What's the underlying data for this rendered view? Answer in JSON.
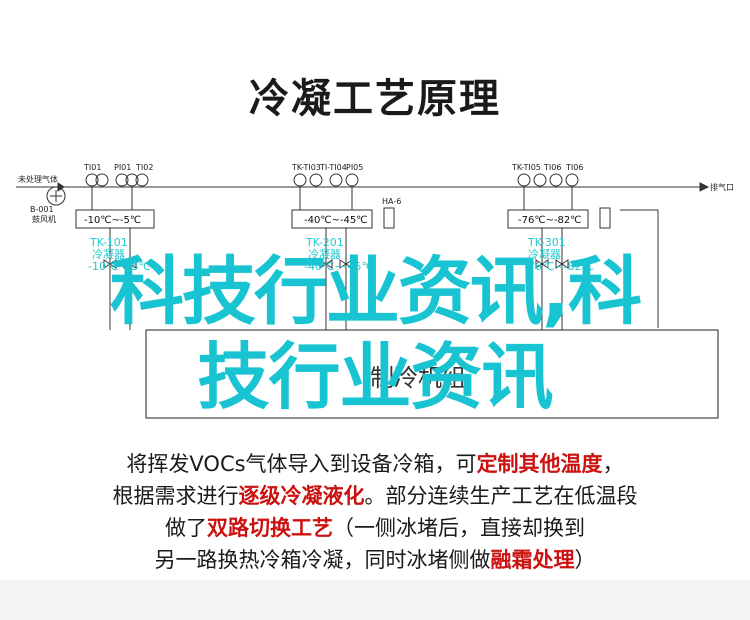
{
  "title": "冷凝工艺原理",
  "diagram": {
    "inlet_label": "未处理气体",
    "fan_id": "B-001",
    "fan_label": "鼓风机",
    "outlet_label": "排气口",
    "stages": [
      {
        "instruments": [
          "TI01",
          "PI01",
          "TI02"
        ],
        "temp_range": "-10℃~-5℃",
        "tag": "TK-101",
        "lines": [
          "冷凝器",
          "-10℃~-5℃"
        ]
      },
      {
        "instruments": [
          "TK-TI03",
          "TI-TI04",
          "PI05"
        ],
        "temp_range": "-40℃~-45℃",
        "tag": "TK-201",
        "lines": [
          "冷凝器",
          "-40℃~-45℃"
        ],
        "sub_tag": "HA-6"
      },
      {
        "instruments": [
          "TK-TI05",
          "TI06",
          "TI06"
        ],
        "temp_range": "-76℃~-82℃",
        "tag": "TK-301",
        "lines": [
          "冷凝器",
          "-76℃~-82℃"
        ]
      }
    ],
    "lower_box_text": "制冷机组"
  },
  "watermark": {
    "line1": "科技行业资讯,科",
    "line2": "技行业资讯"
  },
  "description": {
    "lines": [
      [
        {
          "t": "将挥发VOCs气体导入到设备冷箱，可",
          "hl": false
        },
        {
          "t": "定制其他温度",
          "hl": true
        },
        {
          "t": "，",
          "hl": false
        }
      ],
      [
        {
          "t": "根据需求进行",
          "hl": false
        },
        {
          "t": "逐级冷凝液化",
          "hl": true
        },
        {
          "t": "。部分连续生产工艺在低温段",
          "hl": false
        }
      ],
      [
        {
          "t": "做了",
          "hl": false
        },
        {
          "t": "双路切换工艺",
          "hl": true
        },
        {
          "t": "（一侧冰堵后，直接却换到",
          "hl": false
        }
      ],
      [
        {
          "t": "另一路换热冷箱冷凝，同时冰堵侧做",
          "hl": false
        },
        {
          "t": "融霜处理",
          "hl": true
        },
        {
          "t": "）",
          "hl": false
        }
      ]
    ]
  },
  "colors": {
    "accent_red": "#cc1111",
    "watermark_cyan": "#18c4d1",
    "title": "#1a1a1a"
  }
}
